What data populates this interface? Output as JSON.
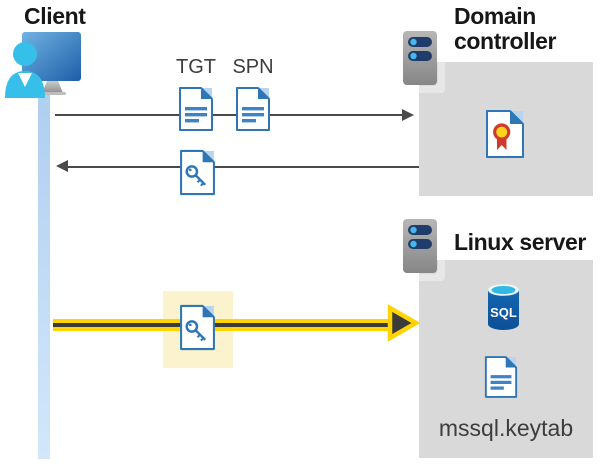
{
  "labels": {
    "client": "Client",
    "domain_controller": "Domain controller",
    "linux_server": "Linux server",
    "tgt": "TGT",
    "spn": "SPN",
    "sql": "SQL",
    "keytab_file": "mssql.keytab"
  },
  "icons": {
    "client_workstation": "user-at-computer-icon",
    "domain_controller_server": "server-icon",
    "linux_server": "server-icon",
    "tgt_document": "document-icon",
    "spn_document": "document-icon",
    "ticket_key_document": "key-file-icon",
    "highlighted_key_document": "key-file-icon",
    "certificate": "certificate-icon",
    "sql_database": "sql-database-icon",
    "keytab_document": "document-icon"
  },
  "colors": {
    "doc_blue": "#2e76b6",
    "doc_line_blue": "#3f83c4",
    "fold_light_blue": "#b8d4ee",
    "arrow_gray": "#4a4a4a",
    "box_gray": "#d9d9d9",
    "highlight_yellow": "#faf3cd",
    "accent_yellow": "#ffd400",
    "arrow_core_dark": "#3b3b3b",
    "timeline_blue": "#b9d6f4",
    "sql_body_blue": "#1061ac",
    "sql_top_cyan": "#2fb9e4",
    "person_cyan": "#35bfe9",
    "cert_red": "#cf3a2a",
    "cert_yellow": "#ffd21c",
    "server_pill_navy": "#203c6b",
    "heading_black": "#171717",
    "label_gray": "#3d3d3d"
  }
}
